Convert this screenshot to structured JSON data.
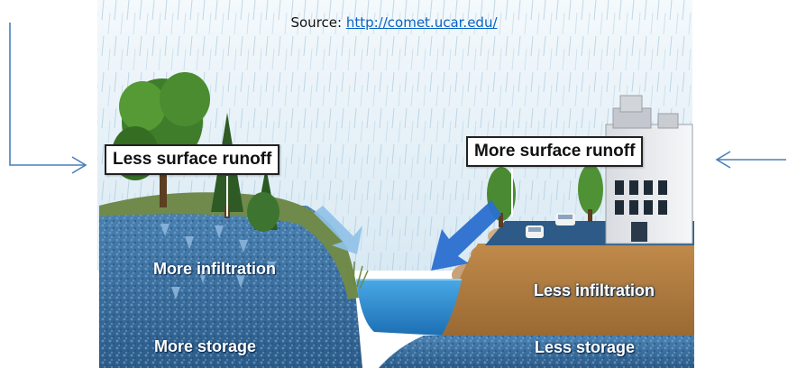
{
  "source": {
    "prefix": "Source: ",
    "link_text": "http://comet.ucar.edu/"
  },
  "callouts": {
    "left": "Less surface runoff",
    "right": "More surface runoff"
  },
  "ground_labels": {
    "left_upper": "More infiltration",
    "left_lower": "More storage",
    "right_upper": "Less infiltration",
    "right_lower": "Less storage"
  },
  "colors": {
    "connector_arrows": "#4a7ebb",
    "soil_blue": "#3b6f9e",
    "soil_brown": "#b07a3c",
    "water": "#2f93d8",
    "sky": "#e6f1f8"
  }
}
